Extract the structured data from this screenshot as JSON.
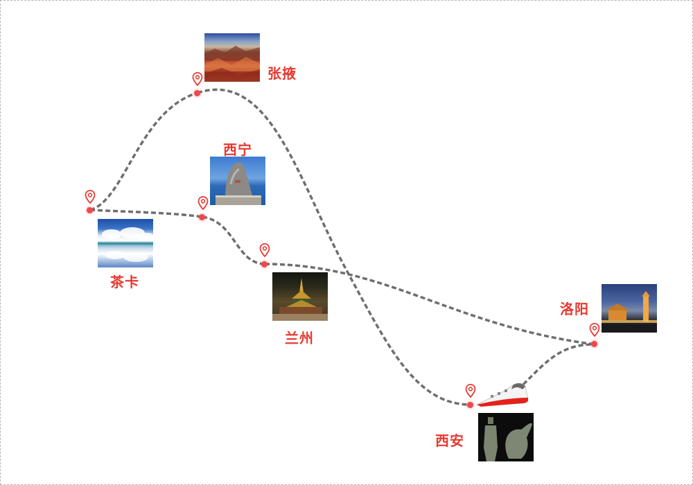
{
  "diagram": {
    "type": "route-map",
    "route_color": "#6e6e6e",
    "accent_color": "#e8392f",
    "cities": [
      {
        "id": "zhangye",
        "label": "张掖",
        "scene": "rainbow-mountains"
      },
      {
        "id": "xining",
        "label": "西宁",
        "scene": "lake-rock-monument"
      },
      {
        "id": "chaka",
        "label": "茶卡",
        "scene": "salt-lake-sky-mirror"
      },
      {
        "id": "lanzhou",
        "label": "兰州",
        "scene": "golden-pagoda-temple-night"
      },
      {
        "id": "luoyang",
        "label": "洛阳",
        "scene": "pagoda-city-night"
      },
      {
        "id": "xian",
        "label": "西安",
        "scene": "terracotta-warriors"
      }
    ],
    "routes": [
      {
        "from": "chaka",
        "to": "zhangye"
      },
      {
        "from": "zhangye",
        "to": "xian"
      },
      {
        "from": "chaka",
        "to": "xining"
      },
      {
        "from": "xining",
        "to": "lanzhou"
      },
      {
        "from": "lanzhou",
        "to": "luoyang"
      },
      {
        "from": "xian",
        "to": "luoyang"
      }
    ],
    "vehicle": "high-speed-train"
  }
}
